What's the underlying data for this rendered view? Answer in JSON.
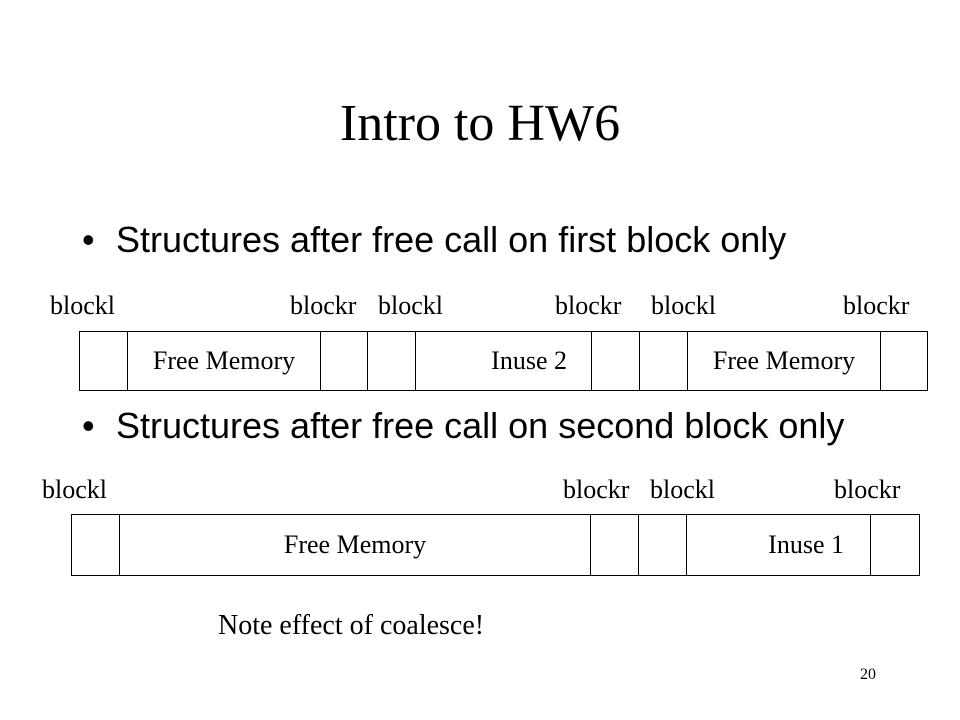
{
  "slide": {
    "title": "Intro to HW6",
    "page_number": "20",
    "note": "Note effect of coalesce!"
  },
  "section1": {
    "bullet": "Structures after free call on first block only",
    "labels": [
      "blockl",
      "blockr",
      "blockl",
      "blockr",
      "blockl",
      "blockr"
    ],
    "cells": [
      "",
      "Free Memory",
      "",
      "",
      "Inuse 2",
      "",
      "",
      "Free Memory",
      ""
    ]
  },
  "section2": {
    "bullet": "Structures after free call on second block only",
    "labels": [
      "blockl",
      "blockr",
      "blockl",
      "blockr"
    ],
    "cells": [
      "",
      "Free Memory",
      "",
      "",
      "Inuse 1",
      ""
    ]
  }
}
